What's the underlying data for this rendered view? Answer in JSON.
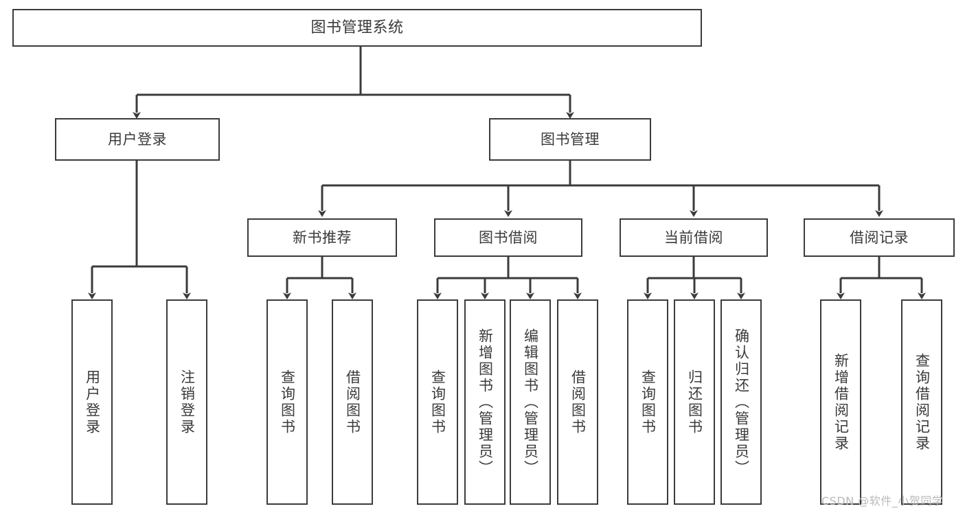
{
  "diagram": {
    "type": "tree-hierarchy-chart",
    "title": "图书管理系统",
    "stroke_color": "#3b3b3b",
    "text_color": "#3a3a3a",
    "background_color": "#ffffff"
  },
  "nodes": {
    "root": {
      "label": "图书管理系统"
    },
    "level2": [
      {
        "label": "用户登录"
      },
      {
        "label": "图书管理"
      }
    ],
    "level3": [
      {
        "label": "新书推荐"
      },
      {
        "label": "图书借阅"
      },
      {
        "label": "当前借阅"
      },
      {
        "label": "借阅记录"
      }
    ],
    "leaves_user_login": [
      {
        "label": "用户登录"
      },
      {
        "label": "注销登录"
      }
    ],
    "leaves_new_book": [
      {
        "label": "查询图书"
      },
      {
        "label": "借阅图书"
      }
    ],
    "leaves_borrow": [
      {
        "label": "查询图书"
      },
      {
        "label": "新增图书（管理员）"
      },
      {
        "label": "编辑图书（管理员）"
      },
      {
        "label": "借阅图书"
      }
    ],
    "leaves_current": [
      {
        "label": "查询图书"
      },
      {
        "label": "归还图书"
      },
      {
        "label": "确认归还（管理员）"
      }
    ],
    "leaves_record": [
      {
        "label": "新增借阅记录"
      },
      {
        "label": "查询借阅记录"
      }
    ]
  },
  "watermark": {
    "text": "CSDN @软件_小贺同学"
  }
}
